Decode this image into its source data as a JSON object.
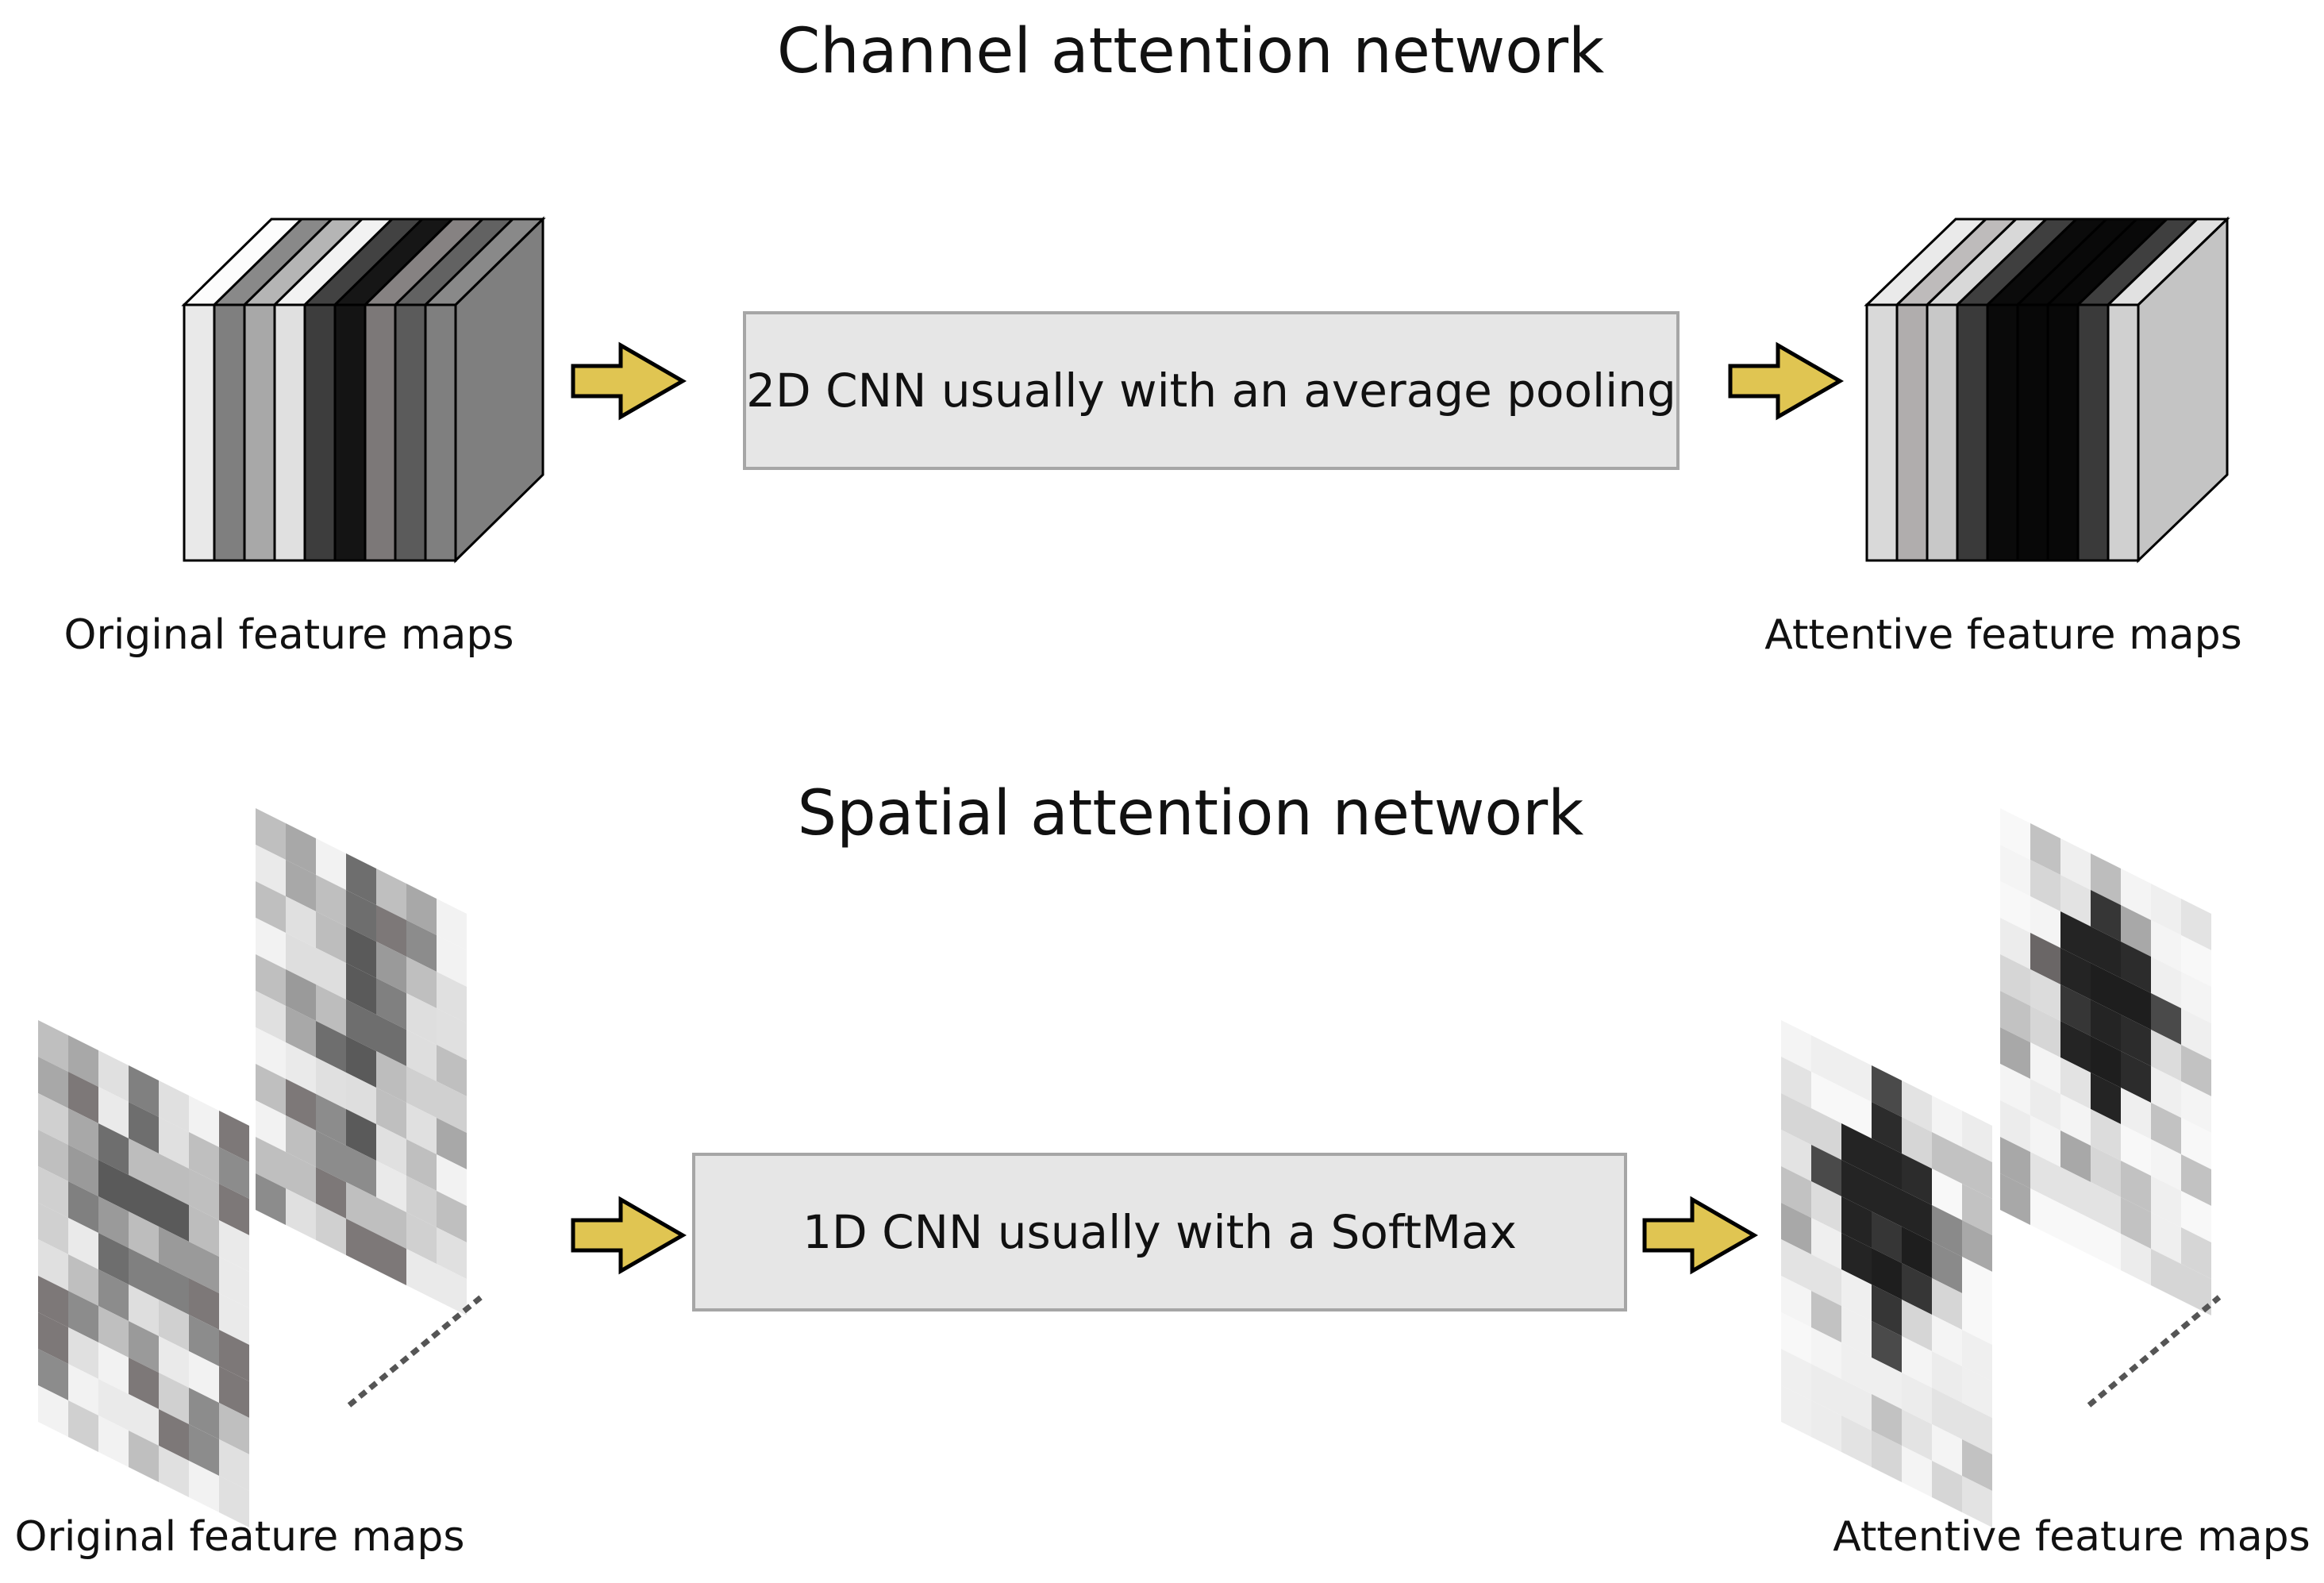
{
  "colors": {
    "arrow_fill": "#e0c552",
    "arrow_stroke": "#000000",
    "box_fill": "#e6e6e6",
    "box_border": "#a6a6a6",
    "outline": "#000000"
  },
  "channel": {
    "title": "Channel attention network",
    "box_label": "2D CNN usually with an average pooling",
    "input_label": "Original feature maps",
    "output_label": "Attentive feature maps",
    "input_slices": [
      "#e9e9e9",
      "#7f7f7f",
      "#a8a8a8",
      "#e0e0e0",
      "#3d3d3d",
      "#141414",
      "#7c7878",
      "#5b5b5b",
      "#7f7f7f"
    ],
    "output_slices": [
      "#d9d9d9",
      "#b0adad",
      "#c8c8c8",
      "#3a3a3a",
      "#0a0a0a",
      "#080808",
      "#080808",
      "#3a3a3a",
      "#d0d0d0"
    ]
  },
  "spatial": {
    "title": "Spatial attention network",
    "box_label": "1D CNN usually with a SoftMax",
    "input_label": "Original feature maps",
    "output_label": "Attentive feature maps"
  }
}
